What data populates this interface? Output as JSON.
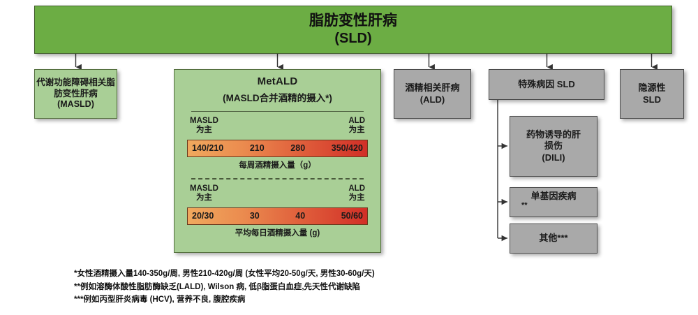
{
  "diagram": {
    "title": {
      "line1": "脂肪变性肝病",
      "line2": "(SLD)"
    },
    "categories": [
      {
        "name": "masld",
        "lines": [
          "代谢功能障碍相关脂",
          "肪变性肝病",
          "(MASLD)"
        ],
        "style": "green"
      },
      {
        "name": "metald",
        "heading1": "MetALD",
        "heading2": "(MASLD合并酒精的摄入*)",
        "style": "green"
      },
      {
        "name": "ald",
        "lines": [
          "酒精相关肝病",
          "(ALD)"
        ],
        "style": "gray"
      },
      {
        "name": "specific-aetiology-sld",
        "lines": [
          "特殊病因 SLD"
        ],
        "style": "gray"
      },
      {
        "name": "cryptogenic-sld",
        "lines": [
          "隐源性",
          "SLD"
        ],
        "style": "gray"
      }
    ],
    "metald_scales": [
      {
        "left_label_line1": "MASLD",
        "left_label_line2": "为主",
        "right_label_line1": "ALD",
        "right_label_line2": "为主",
        "values": [
          "140/210",
          "210",
          "280",
          "350/420"
        ],
        "caption": "每周酒精摄入量（g）"
      },
      {
        "left_label_line1": "MASLD",
        "left_label_line2": "为主",
        "right_label_line1": "ALD",
        "right_label_line2": "为主",
        "values": [
          "20/30",
          "30",
          "40",
          "50/60"
        ],
        "caption": "平均每日酒精摄入量 (g)"
      }
    ],
    "sub_categories": [
      {
        "name": "dili",
        "lines": [
          "药物诱导的肝",
          "损伤",
          "(DILI)"
        ]
      },
      {
        "name": "monogenic-disease",
        "lines": [
          "单基因疾病",
          "**"
        ]
      },
      {
        "name": "other",
        "lines": [
          "其他***"
        ]
      }
    ],
    "footnotes": [
      "*女性酒精摄入量140-350g/周, 男性210-420g/周 (女性平均20-50g/天, 男性30-60g/天)",
      "**例如溶酶体酸性脂肪酶缺乏(LALD), Wilson 病, 低β脂蛋白血症,先天性代谢缺陷",
      "***例如丙型肝炎病毒 (HCV), 营养不良, 腹腔疾病"
    ],
    "colors": {
      "title_green": "#6cad44",
      "category_green": "#a9cf96",
      "category_gray": "#a9a9a9",
      "gradient_start": "#f0a95e",
      "gradient_end": "#d22f27"
    }
  }
}
